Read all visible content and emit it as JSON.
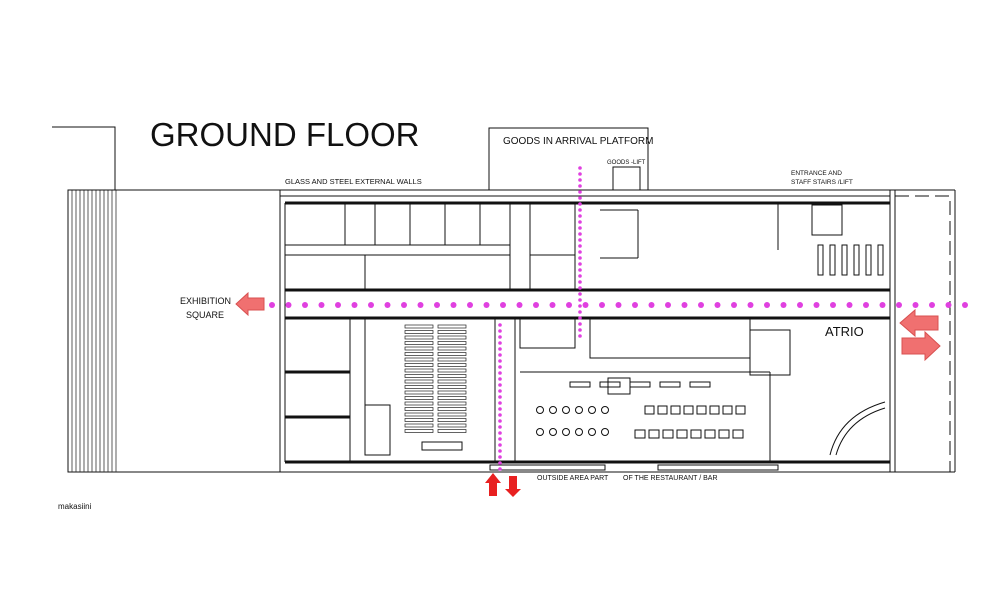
{
  "title": "GROUND FLOOR",
  "labels": {
    "goods_platform": "GOODS IN ARRIVAL PLATFORM",
    "goods_lift": "GOODS -LIFT",
    "entrance_line1": "ENTRANCE AND",
    "entrance_line2": "STAFF STAIRS /LIFT",
    "external_walls": "GLASS AND STEEL EXTERNAL WALLS",
    "exhibition_line1": "EXHIBITION",
    "exhibition_line2": "SQUARE",
    "atrio": "ATRIO",
    "outside_area_1": "OUTSIDE AREA PART",
    "outside_area_2": "OF THE RESTAURANT / BAR",
    "credit": "makasiini"
  },
  "colors": {
    "path_dots": "#e040e0",
    "arrow_light": "#f07070",
    "arrow_strong": "#e82020"
  }
}
